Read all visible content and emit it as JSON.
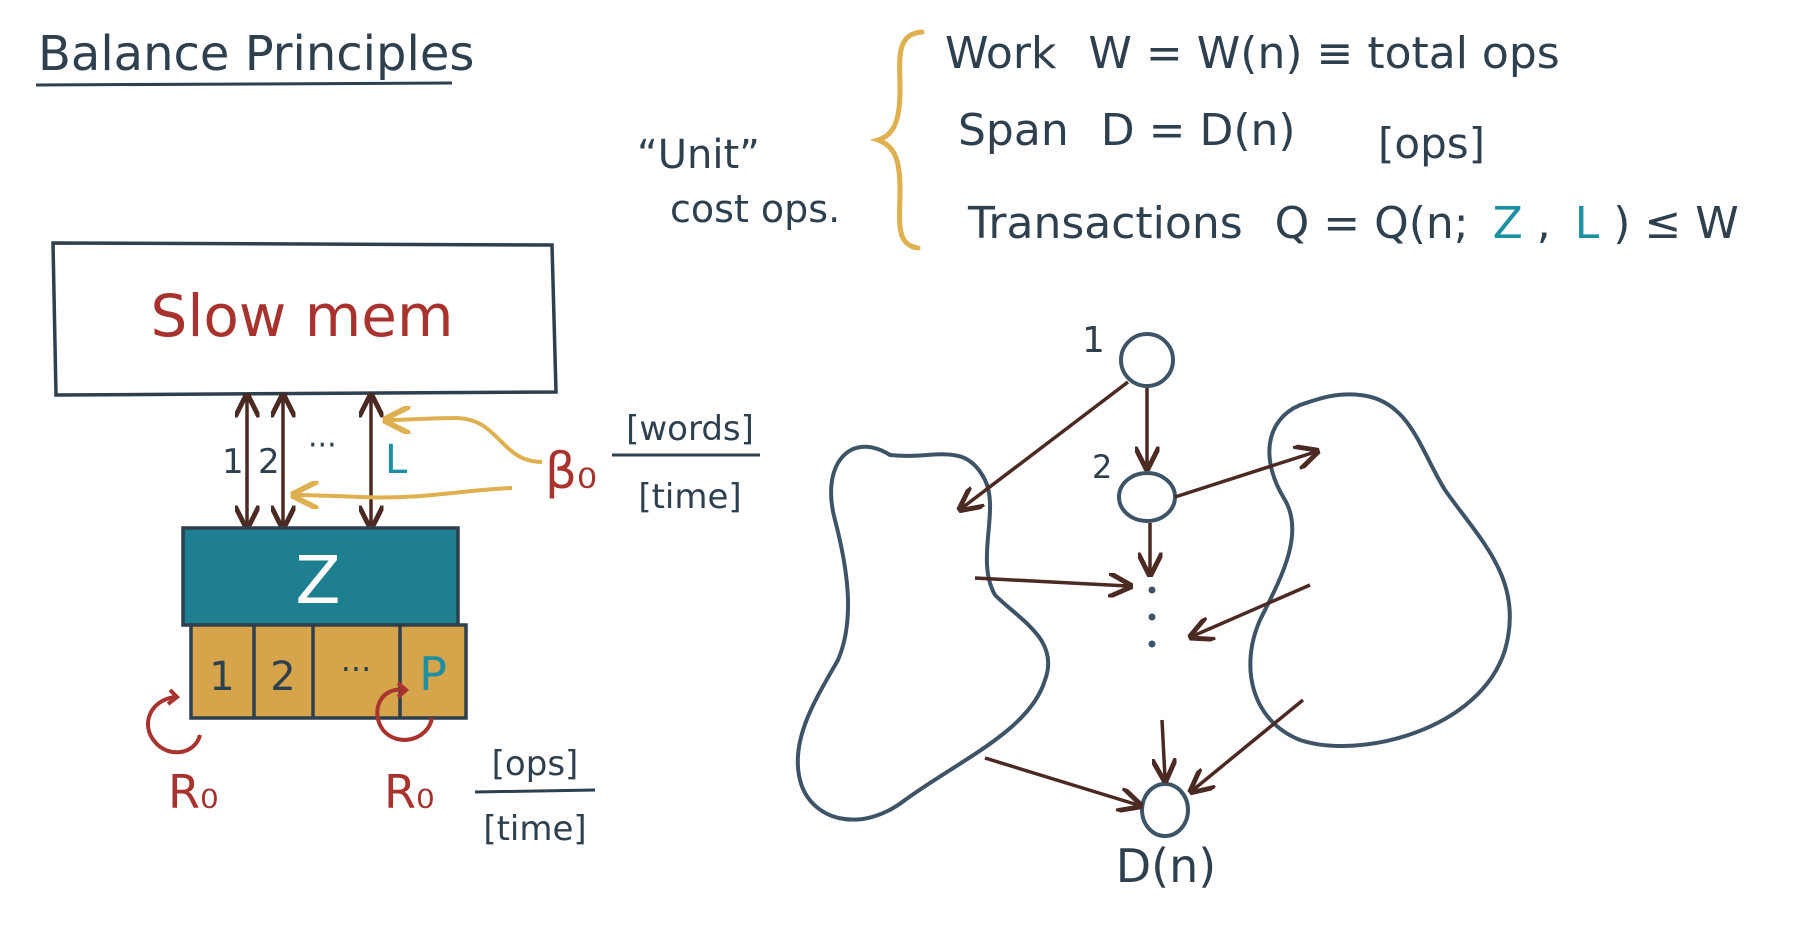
{
  "title": "Balance Principles",
  "unit_cost": {
    "label_line1": "“Unit”",
    "label_line2": "cost ops.",
    "definitions": [
      {
        "lhs": "Work",
        "expr": "W = W(n) ≡ total ops"
      },
      {
        "lhs": "Span",
        "expr": "D = D(n)",
        "unit": "[ops]"
      },
      {
        "lhs": "Transactions",
        "expr_prefix": "Q = Q(n;",
        "z": "Z",
        "comma1": ",",
        "l": "L",
        "expr_suffix": ") ≤ W"
      }
    ]
  },
  "machine": {
    "slow_mem": "Slow mem",
    "fast_mem": "Z",
    "channels": [
      "1",
      "2",
      "···",
      "L"
    ],
    "bandwidth": "β₀",
    "bandwidth_num": "[words]",
    "bandwidth_den": "[time]",
    "processors": [
      "1",
      "2",
      "···",
      "P"
    ],
    "rate_left": "R₀",
    "rate_right": "R₀",
    "rate_num": "[ops]",
    "rate_den": "[time]"
  },
  "dag": {
    "node_top": "1",
    "node_second": "2",
    "node_bottom": "D(n)"
  },
  "colors": {
    "ink": "#2e3f4e",
    "accent_gold": "#deb050",
    "accent_red": "#a8332e",
    "accent_teal": "#1d8fa3",
    "arrow_brown": "#4a2a22",
    "processor_fill": "#d6a44a",
    "fast_mem_fill": "#1e7f90"
  }
}
